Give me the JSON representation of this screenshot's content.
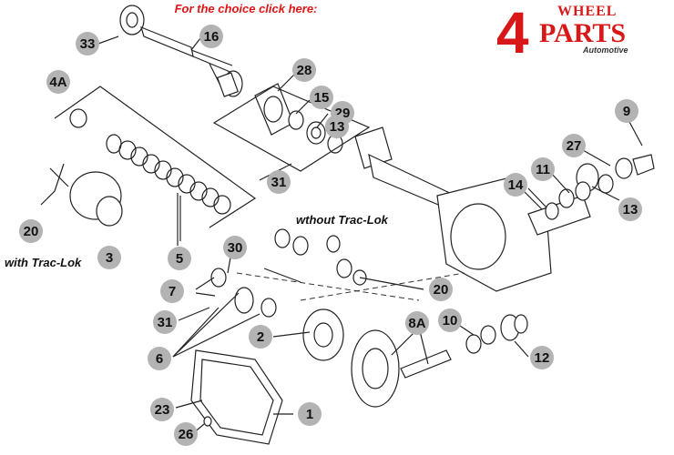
{
  "header": {
    "link_text": "For the choice click here:"
  },
  "logo": {
    "digit": "4",
    "word1": "WHEEL",
    "word2": "PARTS",
    "tagline": "Automotive",
    "color": "#d81818"
  },
  "notes": {
    "with_traclok": "with Trac-Lok",
    "without_traclok": "wthout Trac-Lok"
  },
  "callouts": [
    {
      "id": "33",
      "label": "33"
    },
    {
      "id": "16",
      "label": "16"
    },
    {
      "id": "4A",
      "label": "4A"
    },
    {
      "id": "28",
      "label": "28"
    },
    {
      "id": "15",
      "label": "15"
    },
    {
      "id": "29",
      "label": "29"
    },
    {
      "id": "13a",
      "label": "13"
    },
    {
      "id": "9",
      "label": "9"
    },
    {
      "id": "27",
      "label": "27"
    },
    {
      "id": "11",
      "label": "11"
    },
    {
      "id": "14",
      "label": "14"
    },
    {
      "id": "13b",
      "label": "13"
    },
    {
      "id": "31a",
      "label": "31"
    },
    {
      "id": "20a",
      "label": "20"
    },
    {
      "id": "3",
      "label": "3"
    },
    {
      "id": "5",
      "label": "5"
    },
    {
      "id": "30",
      "label": "30"
    },
    {
      "id": "7",
      "label": "7"
    },
    {
      "id": "20b",
      "label": "20"
    },
    {
      "id": "31b",
      "label": "31"
    },
    {
      "id": "2",
      "label": "2"
    },
    {
      "id": "8A",
      "label": "8A"
    },
    {
      "id": "10",
      "label": "10"
    },
    {
      "id": "6",
      "label": "6"
    },
    {
      "id": "12",
      "label": "12"
    },
    {
      "id": "23",
      "label": "23"
    },
    {
      "id": "1",
      "label": "1"
    },
    {
      "id": "26",
      "label": "26"
    }
  ],
  "colors": {
    "callout_fill": "#b3b3b3",
    "accent": "#e01515"
  }
}
